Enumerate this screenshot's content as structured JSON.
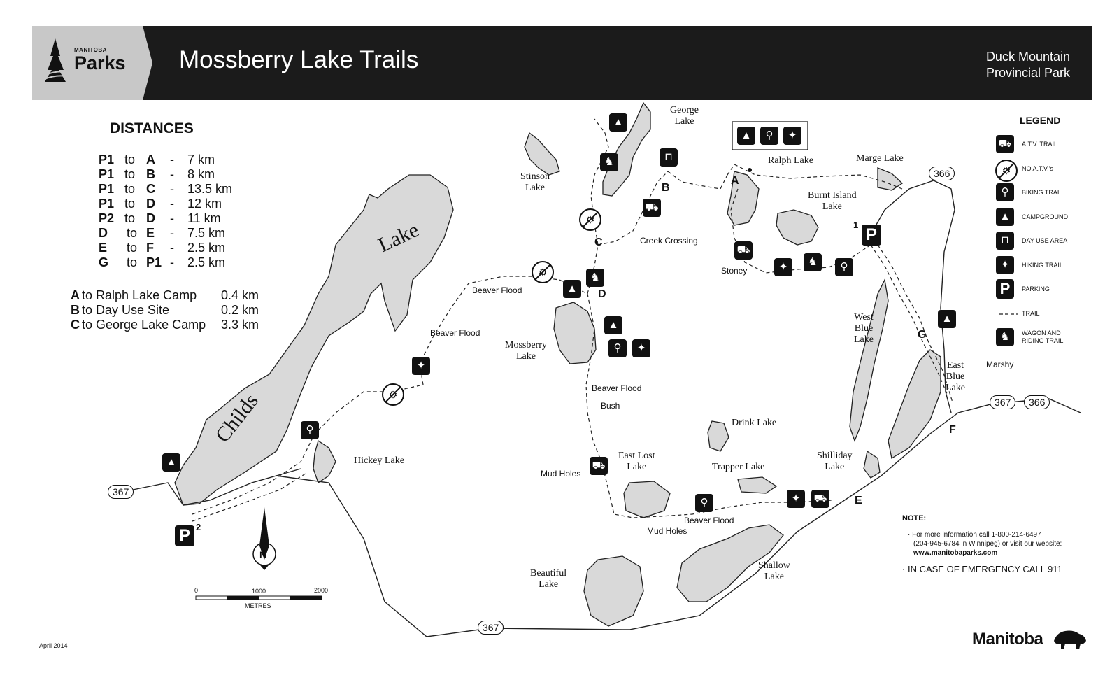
{
  "header": {
    "logo_small": "MANITOBA",
    "logo_big": "Parks",
    "title": "Mossberry Lake Trails",
    "park_line1": "Duck Mountain",
    "park_line2": "Provincial Park"
  },
  "distances": {
    "title": "DISTANCES",
    "rows": [
      {
        "from": "P1",
        "to_word": "to",
        "to": "A",
        "dash": "-",
        "dist": "7 km"
      },
      {
        "from": "P1",
        "to_word": "to",
        "to": "B",
        "dash": "-",
        "dist": "8 km"
      },
      {
        "from": "P1",
        "to_word": "to",
        "to": "C",
        "dash": "-",
        "dist": "13.5 km"
      },
      {
        "from": "P1",
        "to_word": "to",
        "to": "D",
        "dash": "-",
        "dist": "12 km"
      },
      {
        "from": "P2",
        "to_word": "to",
        "to": "D",
        "dash": "-",
        "dist": "11 km"
      },
      {
        "from": "D",
        "to_word": "to",
        "to": "E",
        "dash": "-",
        "dist": "7.5 km"
      },
      {
        "from": "E",
        "to_word": "to",
        "to": "F",
        "dash": "-",
        "dist": "2.5 km"
      },
      {
        "from": "G",
        "to_word": "to",
        "to": "P1",
        "dash": "-",
        "dist": "2.5 km"
      }
    ],
    "camps": [
      {
        "letter": "A",
        "text": "to Ralph Lake Camp",
        "dist": "0.4 km"
      },
      {
        "letter": "B",
        "text": "to Day Use Site",
        "dist": "0.2 km"
      },
      {
        "letter": "C",
        "text": "to George Lake Camp",
        "dist": "3.3 km"
      }
    ]
  },
  "lakes": {
    "childs": "Childs",
    "lake": "Lake",
    "stinson": "Stinson\nLake",
    "george": "George\nLake",
    "ralph": "Ralph Lake",
    "marge": "Marge Lake",
    "burnt_island": "Burnt Island\nLake",
    "mossberry": "Mossberry\nLake",
    "west_blue": "West\nBlue\nLake",
    "east_blue": "East\nBlue\nLake",
    "drink": "Drink Lake",
    "east_lost": "East Lost\nLake",
    "trapper": "Trapper Lake",
    "shilliday": "Shilliday\nLake",
    "hickey": "Hickey Lake",
    "beautiful": "Beautiful\nLake",
    "shallow": "Shallow\nLake"
  },
  "features": {
    "beaver_flood_1": "Beaver Flood",
    "beaver_flood_2": "Beaver Flood",
    "beaver_flood_3": "Beaver Flood",
    "beaver_flood_4": "Beaver Flood",
    "creek_crossing": "Creek Crossing",
    "stoney": "Stoney",
    "bush": "Bush",
    "mud_holes_1": "Mud Holes",
    "mud_holes_2": "Mud Holes",
    "marshy": "Marshy"
  },
  "points": {
    "A": "A",
    "B": "B",
    "C": "C",
    "D": "D",
    "E": "E",
    "F": "F",
    "G": "G",
    "p1_num": "1",
    "p2_num": "2",
    "P": "P"
  },
  "routes": {
    "r367_west": "367",
    "r367_south": "367",
    "r367_east": "367",
    "r366_north": "366",
    "r366_east": "366"
  },
  "legend": {
    "title": "LEGEND",
    "items": [
      {
        "icon": "atv-icon",
        "label": "A.T.V. TRAIL"
      },
      {
        "icon": "no-atv-icon",
        "label": "NO A.T.V.'s"
      },
      {
        "icon": "bike-icon",
        "label": "BIKING TRAIL"
      },
      {
        "icon": "tent-icon",
        "label": "CAMPGROUND"
      },
      {
        "icon": "picnic-table-icon",
        "label": "DAY USE AREA"
      },
      {
        "icon": "hiker-icon",
        "label": "HIKING TRAIL"
      },
      {
        "icon": "parking-icon",
        "label": "PARKING"
      },
      {
        "icon": "trail-line-icon",
        "label": "TRAIL"
      },
      {
        "icon": "horse-icon",
        "label": "WAGON AND\nRIDING TRAIL"
      }
    ]
  },
  "note": {
    "title": "NOTE:",
    "line1": "For more information call 1-800-214-6497",
    "line2": "(204-945-6784 in Winnipeg) or visit our website:",
    "website": "www.manitobaparks.com",
    "emergency": "IN CASE OF EMERGENCY CALL 911"
  },
  "scale": {
    "zero": "0",
    "mid": "1000",
    "end": "2000",
    "unit": "METRES"
  },
  "compass": "N",
  "footer": {
    "date": "April 2014",
    "brand": "Manitoba"
  },
  "colors": {
    "lake": "#d9d9d9",
    "header_bg": "#1b1b1b",
    "logo_bg": "#c8c8c8"
  }
}
